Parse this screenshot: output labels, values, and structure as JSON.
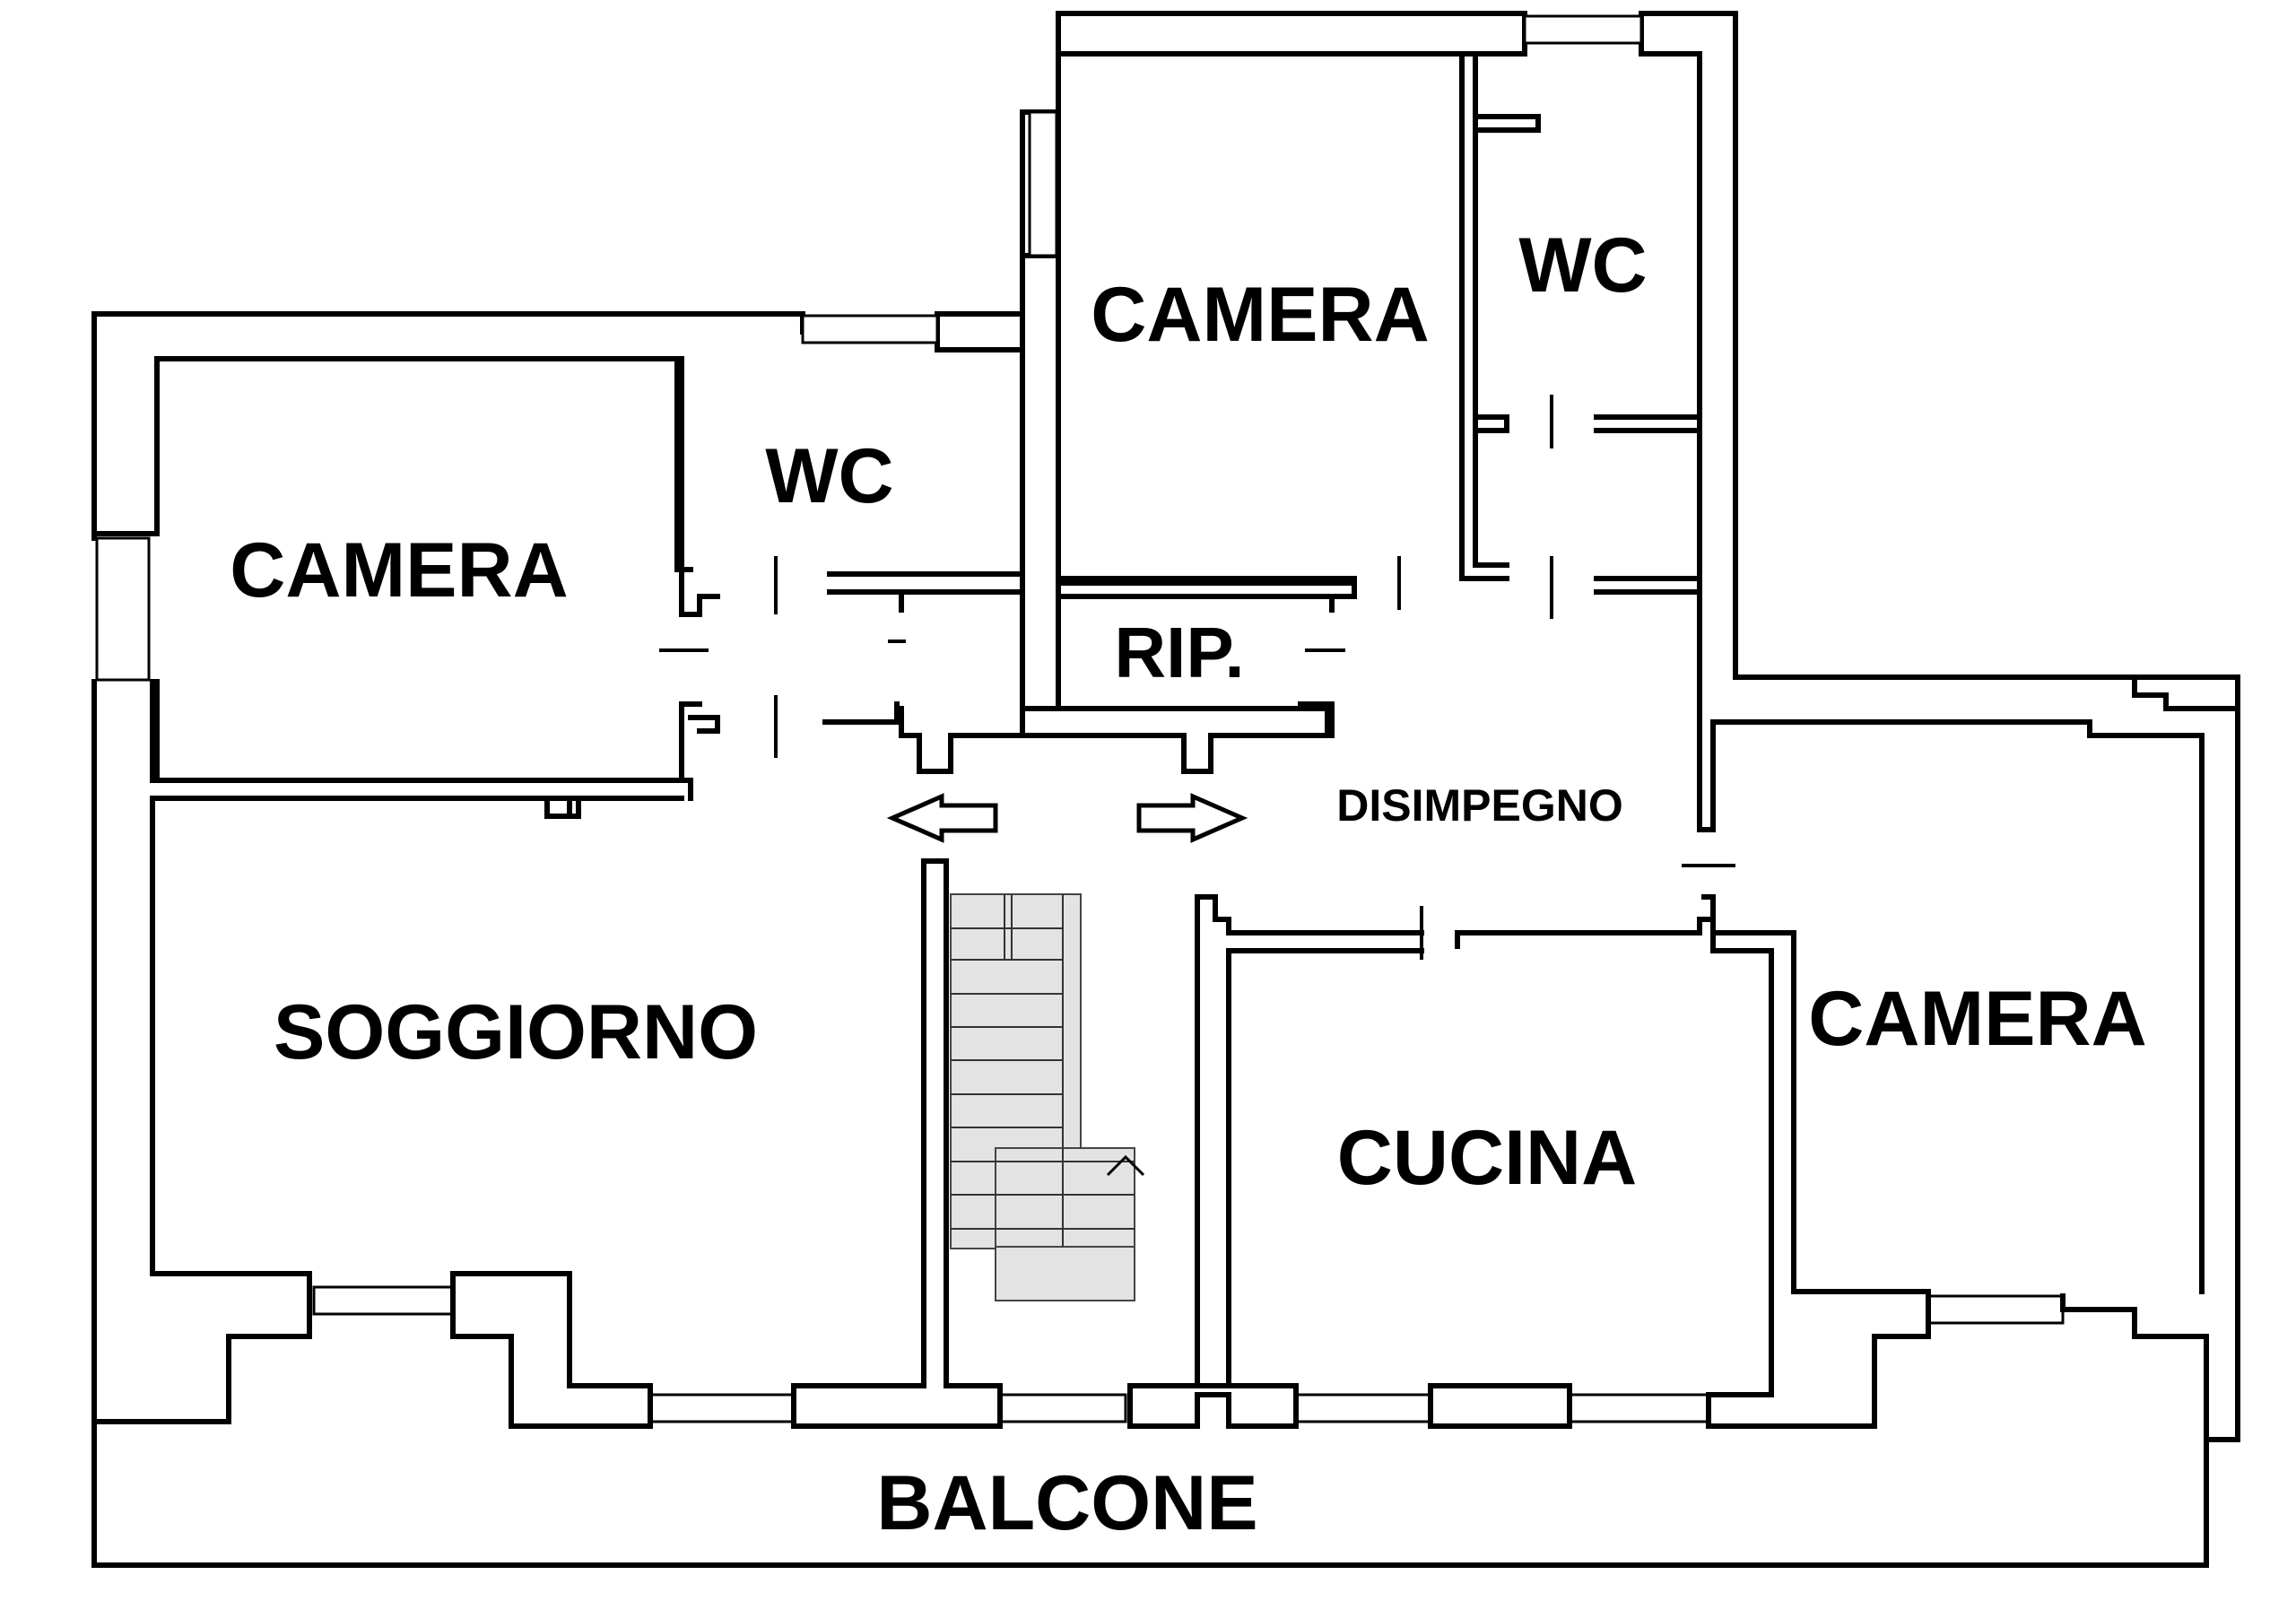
{
  "rooms": {
    "camera_left": "CAMERA",
    "wc_left": "WC",
    "camera_top": "CAMERA",
    "wc_top": "WC",
    "ripostiglio": "RIP.",
    "disimpegno": "DISIMPEGNO",
    "soggiorno": "SOGGIORNO",
    "cucina": "CUCINA",
    "camera_right": "CAMERA",
    "balcone": "BALCONE"
  },
  "colors": {
    "wall": "#000000",
    "background": "#ffffff",
    "stairs": "#e3e3e3"
  },
  "icons": {
    "arrow_left": "arrow-left-icon",
    "arrow_right": "arrow-right-icon",
    "stair_direction": "chevron-up-icon"
  }
}
